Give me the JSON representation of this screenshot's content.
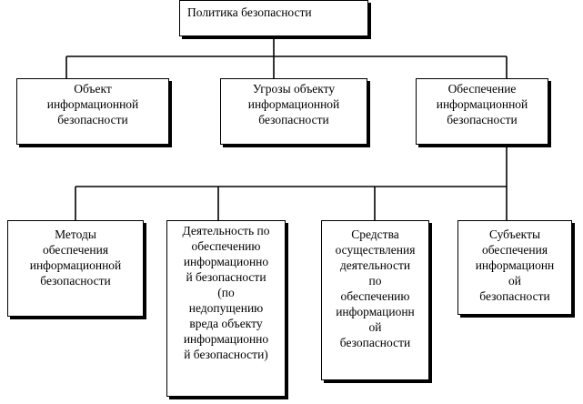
{
  "colors": {
    "line": "#000000",
    "box_fill": "#ffffff",
    "text": "#000000"
  },
  "diagram": {
    "root": {
      "lines": [
        "Политика безопасности"
      ]
    },
    "level1": [
      {
        "lines": [
          "Объект",
          "информационной",
          "безопасности"
        ]
      },
      {
        "lines": [
          "Угрозы объекту",
          "информационной",
          "безопасности"
        ]
      },
      {
        "lines": [
          "Обеспечение",
          "информационной",
          "безопасности"
        ]
      }
    ],
    "level2": [
      {
        "lines": [
          "Методы",
          "обеспечения",
          "информационной",
          "безопасности"
        ]
      },
      {
        "lines": [
          "Деятельность по",
          "обеспечению",
          "информационно",
          "й безопасности",
          "(по",
          "недопущению",
          "вреда объекту",
          "информационно",
          "й безопасности)"
        ]
      },
      {
        "lines": [
          "Средства",
          "осуществления",
          "деятельности",
          "по",
          "обеспечению",
          "информационн",
          "ой",
          "безопасности"
        ]
      },
      {
        "lines": [
          "Субъекты",
          "обеспечения",
          "информационн",
          "ой",
          "безопасности"
        ]
      }
    ]
  }
}
